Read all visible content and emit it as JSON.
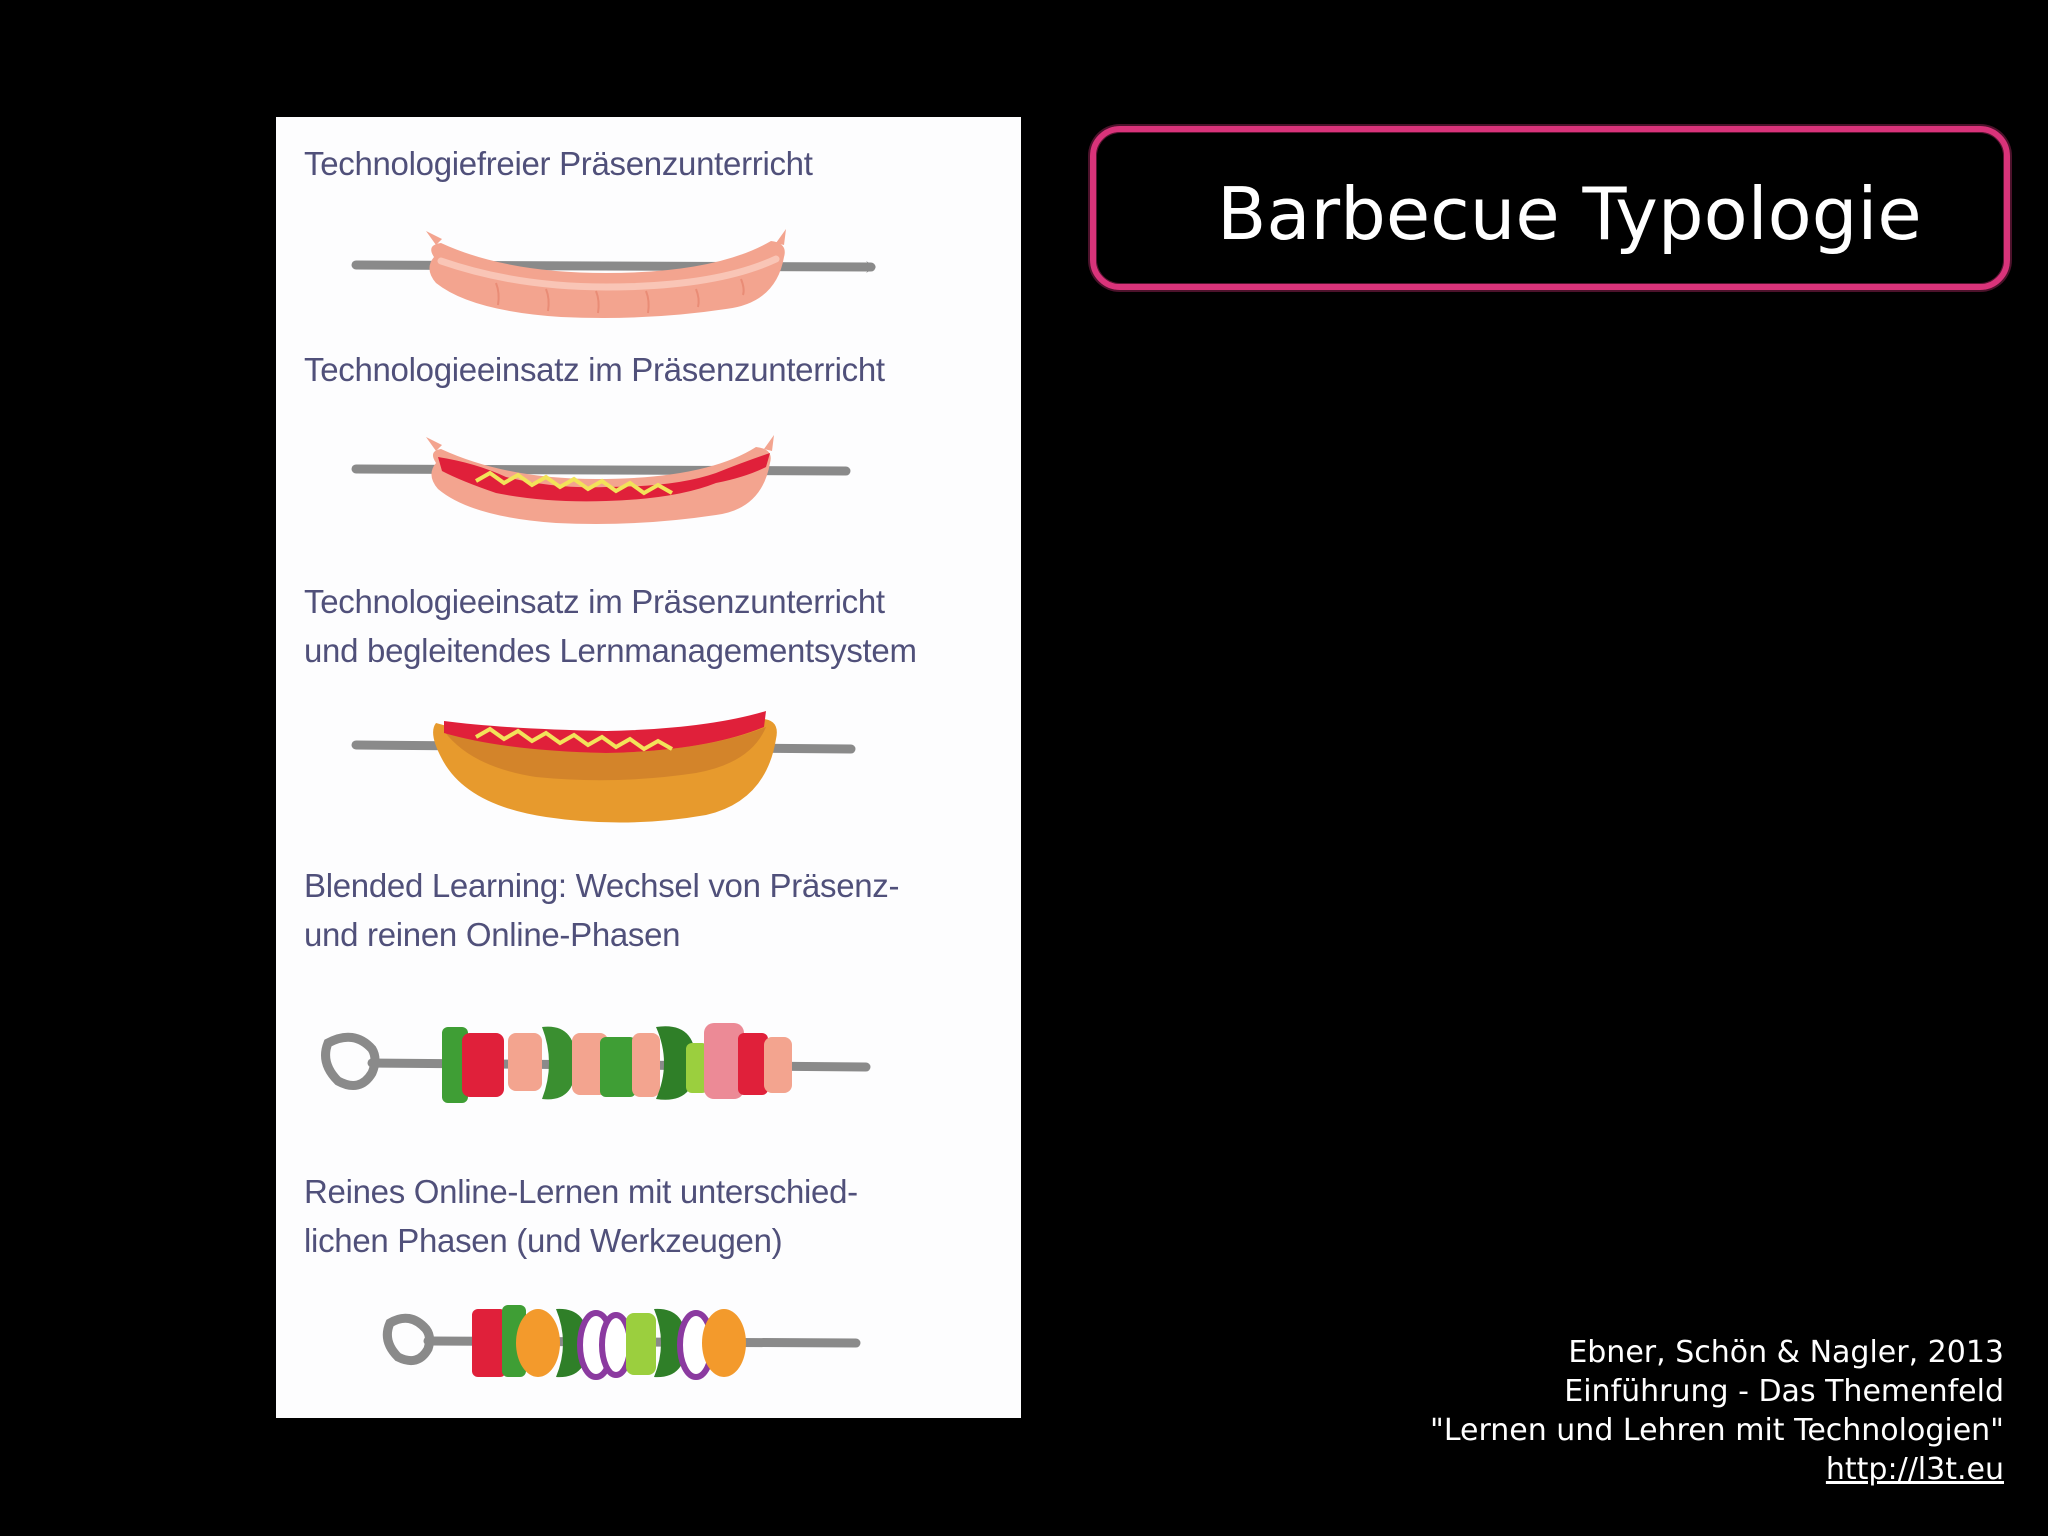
{
  "slide": {
    "title": "Barbecue Typologie",
    "accent_color": "#d9337a"
  },
  "types": [
    {
      "caption": "Technologiefreier Präsenzunterricht",
      "icon": "plain-sausage-icon"
    },
    {
      "caption": "Technologieeinsatz im Präsenzunterricht",
      "icon": "sausage-with-ketchup-icon"
    },
    {
      "caption": "Technologieeinsatz im Präsenzunterricht\nund begleitendes Lernmanagementsystem",
      "icon": "hotdog-in-bun-icon"
    },
    {
      "caption": "Blended Learning: Wechsel von Präsenz-\nund reinen Online-Phasen",
      "icon": "mixed-meat-veg-skewer-icon"
    },
    {
      "caption": "Reines Online-Lernen mit unterschied-\nlichen Phasen (und Werkzeugen)",
      "icon": "vegetable-skewer-icon"
    }
  ],
  "credit": {
    "line1": "Ebner, Schön & Nagler, 2013",
    "line2": "Einführung - Das Themenfeld",
    "line3": "\"Lernen und Lehren mit Technologien\"",
    "link": "http://l3t.eu"
  }
}
